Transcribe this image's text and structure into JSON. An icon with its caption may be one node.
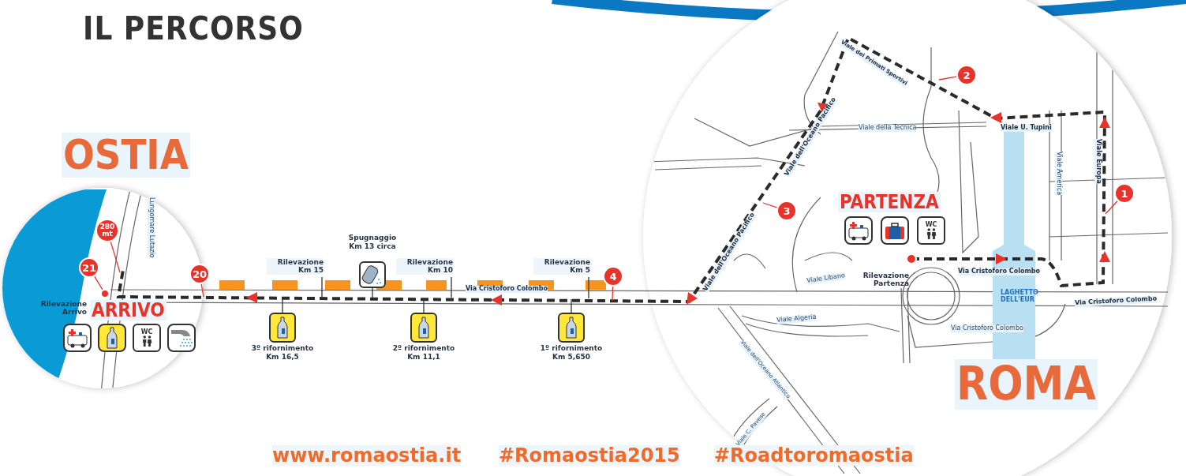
{
  "diagram": {
    "title": "IL PERCORSO",
    "nodes": [
      {
        "text": [
          "280 mt"
        ]
      },
      {
        "text": [
          "21"
        ]
      },
      {
        "text": [
          "20"
        ]
      },
      {
        "text": [
          "Rilevazione Km 15"
        ]
      },
      {
        "text": [],
        "shape": "box",
        "beside": [
          "3º rifornimento Km 16,5"
        ]
      },
      {
        "text": [],
        "shape": "box",
        "beside": [
          "Spugnaggio Km 13 circa"
        ]
      },
      {
        "text": [
          "Rilevazione Km 10"
        ]
      },
      {
        "text": [],
        "shape": "box",
        "beside": [
          "2º rifornimento Km 11,1"
        ]
      },
      {
        "text": [
          "Rilevazione Km 5"
        ]
      },
      {
        "text": [],
        "shape": "box",
        "beside": [
          "1º rifornimento Km 5,650"
        ]
      },
      {
        "text": [
          "4"
        ]
      },
      {
        "text": [
          "2"
        ]
      },
      {
        "text": [
          "3"
        ]
      },
      {
        "text": [
          "1"
        ]
      },
      {
        "text": [],
        "shape": "circle"
      },
      {
        "text": [],
        "shape": "picture"
      },
      {
        "text": [],
        "shape": "picture"
      },
      {
        "text": [
          "WC"
        ]
      },
      {
        "text": [],
        "shape": "picture"
      },
      {
        "text": [],
        "shape": "picture"
      },
      {
        "text": [],
        "shape": "picture"
      },
      {
        "text": [
          "WC"
        ]
      }
    ],
    "edges": [
      {
        "from": 0,
        "to": null,
        "arrow": "none",
        "color": "#e8332a"
      },
      {
        "from": 1,
        "to": 14,
        "arrow": "none",
        "color": "#e8332a"
      },
      {
        "from": 2,
        "to": null,
        "arrow": "none",
        "color": "#e8332a"
      },
      {
        "from": 3,
        "to": null,
        "arrow": "none",
        "color": "#333333"
      },
      {
        "from": 4,
        "to": null,
        "arrow": "none",
        "color": "#333333"
      },
      {
        "from": 5,
        "to": null,
        "arrow": "none",
        "color": "#333333"
      },
      {
        "from": 6,
        "to": null,
        "arrow": "none",
        "color": "#333333"
      },
      {
        "from": 7,
        "to": null,
        "arrow": "none",
        "color": "#333333"
      },
      {
        "from": 8,
        "to": null,
        "arrow": "none",
        "color": "#333333"
      },
      {
        "from": 9,
        "to": null,
        "arrow": "none",
        "color": "#333333"
      },
      {
        "from": 10,
        "to": null,
        "arrow": "none",
        "color": "#e8332a"
      },
      {
        "from": 11,
        "to": null,
        "arrow": "none",
        "color": "#e8332a"
      },
      {
        "from": 12,
        "to": null,
        "arrow": "none",
        "color": "#e8332a"
      },
      {
        "from": 13,
        "to": null,
        "arrow": "none",
        "color": "#e8332a"
      }
    ],
    "labels": [
      "OSTIA",
      "Lungomare Lutazio",
      "Rilevazione Arrivo",
      "ARRIVO",
      "Via Cristoforo Colombo",
      "Viale dei Primati Sportivi",
      "Viale della Tecnica",
      "Viale U. Tupini",
      "Viale America",
      "Viale Europa",
      "Viale dell'Oceano Pacifico",
      "PARTENZA",
      "Viale dell'Oceano Pacifico",
      "Rilevazione Partenza",
      "Viale Libano",
      "Via Cristoforo Colombo",
      "LAGHETTO DELL'EUR",
      "Via Cristoforo Colombo",
      "Viale Algeria",
      "Via Cristoforo Colombo",
      "Viale dell'Oceano Atlantico",
      "Viale C. Pavese",
      "ROMA",
      "www.romaostia.it",
      "#Romaostia2015",
      "#Roadtoromaostia"
    ]
  }
}
